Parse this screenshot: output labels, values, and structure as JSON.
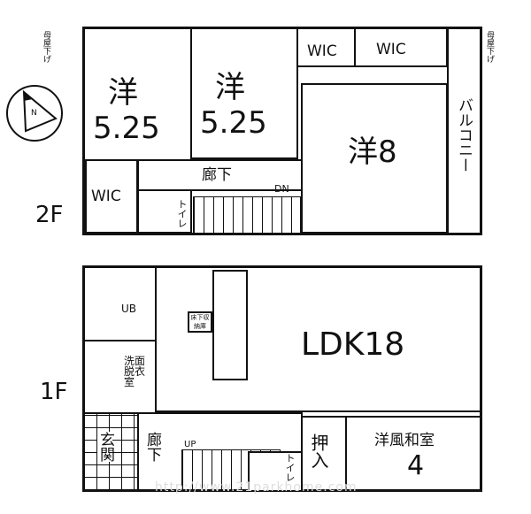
{
  "floors": {
    "second": "2F",
    "first": "1F"
  },
  "compass": "N",
  "note": "母屋下げ",
  "second_floor": {
    "room1": {
      "type": "洋",
      "size": "5.25"
    },
    "room2": {
      "type": "洋",
      "size": "5.25"
    },
    "room3": "洋8",
    "wic1": "WIC",
    "wic2": "WIC",
    "wic3": "WIC",
    "hall": "廊下",
    "toilet": "トイレ",
    "down": "DN",
    "balcony": "バルコニー"
  },
  "first_floor": {
    "ldk": "LDK18",
    "bath": "UB",
    "washroom": "洗面脱衣室",
    "storage": "床下収納庫",
    "entrance": "玄関",
    "hall": "廊下",
    "up": "UP",
    "toilet": "トイレ",
    "closet": "押入",
    "room": {
      "type": "洋風和室",
      "size": "4"
    }
  },
  "watermark": "http://www.21parkhome.com"
}
